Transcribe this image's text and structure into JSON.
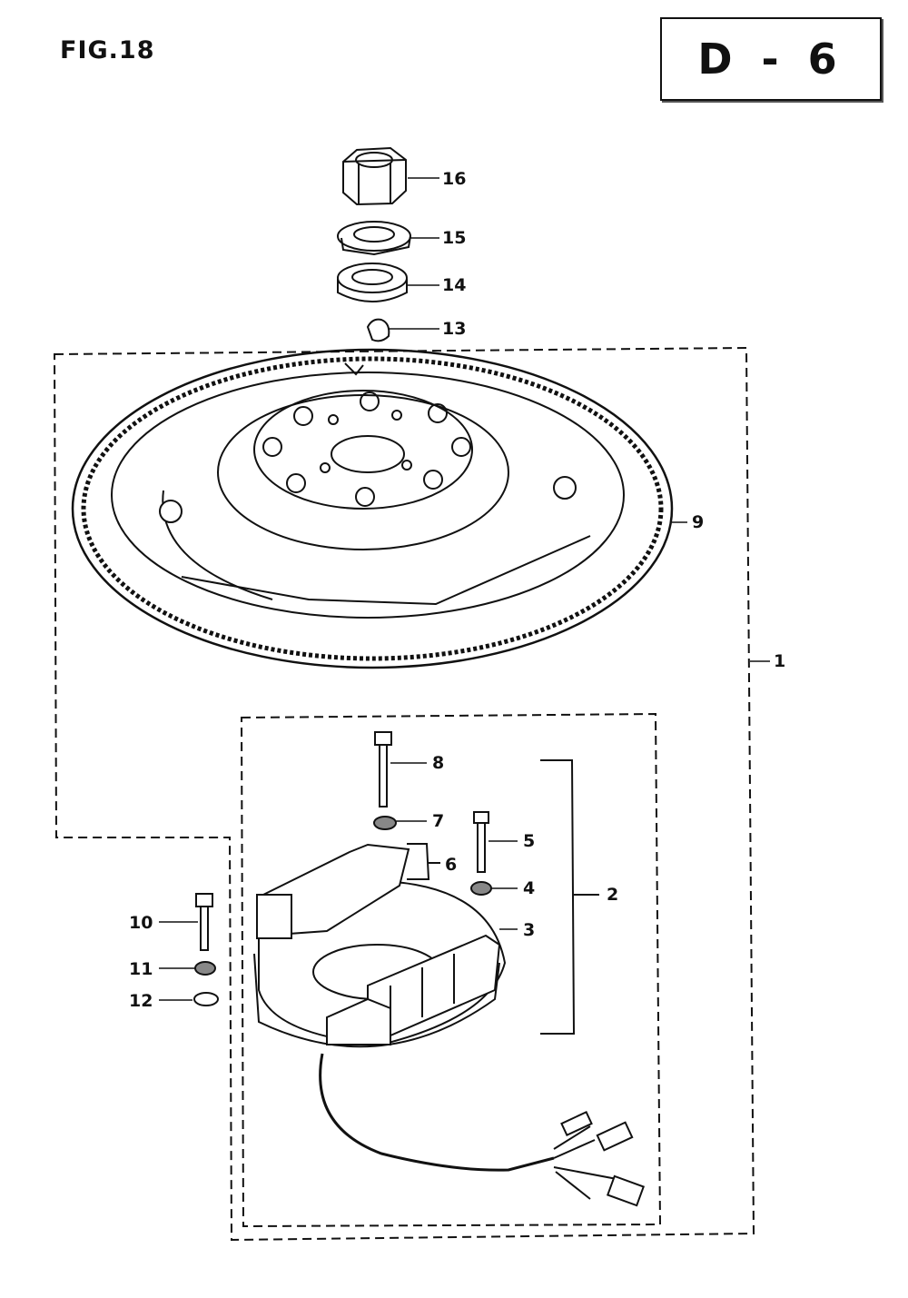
{
  "header": {
    "figure_label": "FIG.18",
    "section_code": "D - 6"
  },
  "callouts": [
    {
      "id": "16",
      "label": "16"
    },
    {
      "id": "15",
      "label": "15"
    },
    {
      "id": "14",
      "label": "14"
    },
    {
      "id": "13",
      "label": "13"
    },
    {
      "id": "9",
      "label": "9"
    },
    {
      "id": "1",
      "label": "1"
    },
    {
      "id": "8",
      "label": "8"
    },
    {
      "id": "7",
      "label": "7"
    },
    {
      "id": "5",
      "label": "5"
    },
    {
      "id": "6",
      "label": "6"
    },
    {
      "id": "4",
      "label": "4"
    },
    {
      "id": "2",
      "label": "2"
    },
    {
      "id": "3",
      "label": "3"
    },
    {
      "id": "10",
      "label": "10"
    },
    {
      "id": "11",
      "label": "11"
    },
    {
      "id": "12",
      "label": "12"
    }
  ],
  "colors": {
    "ink": "#111111",
    "paper": "#ffffff"
  }
}
